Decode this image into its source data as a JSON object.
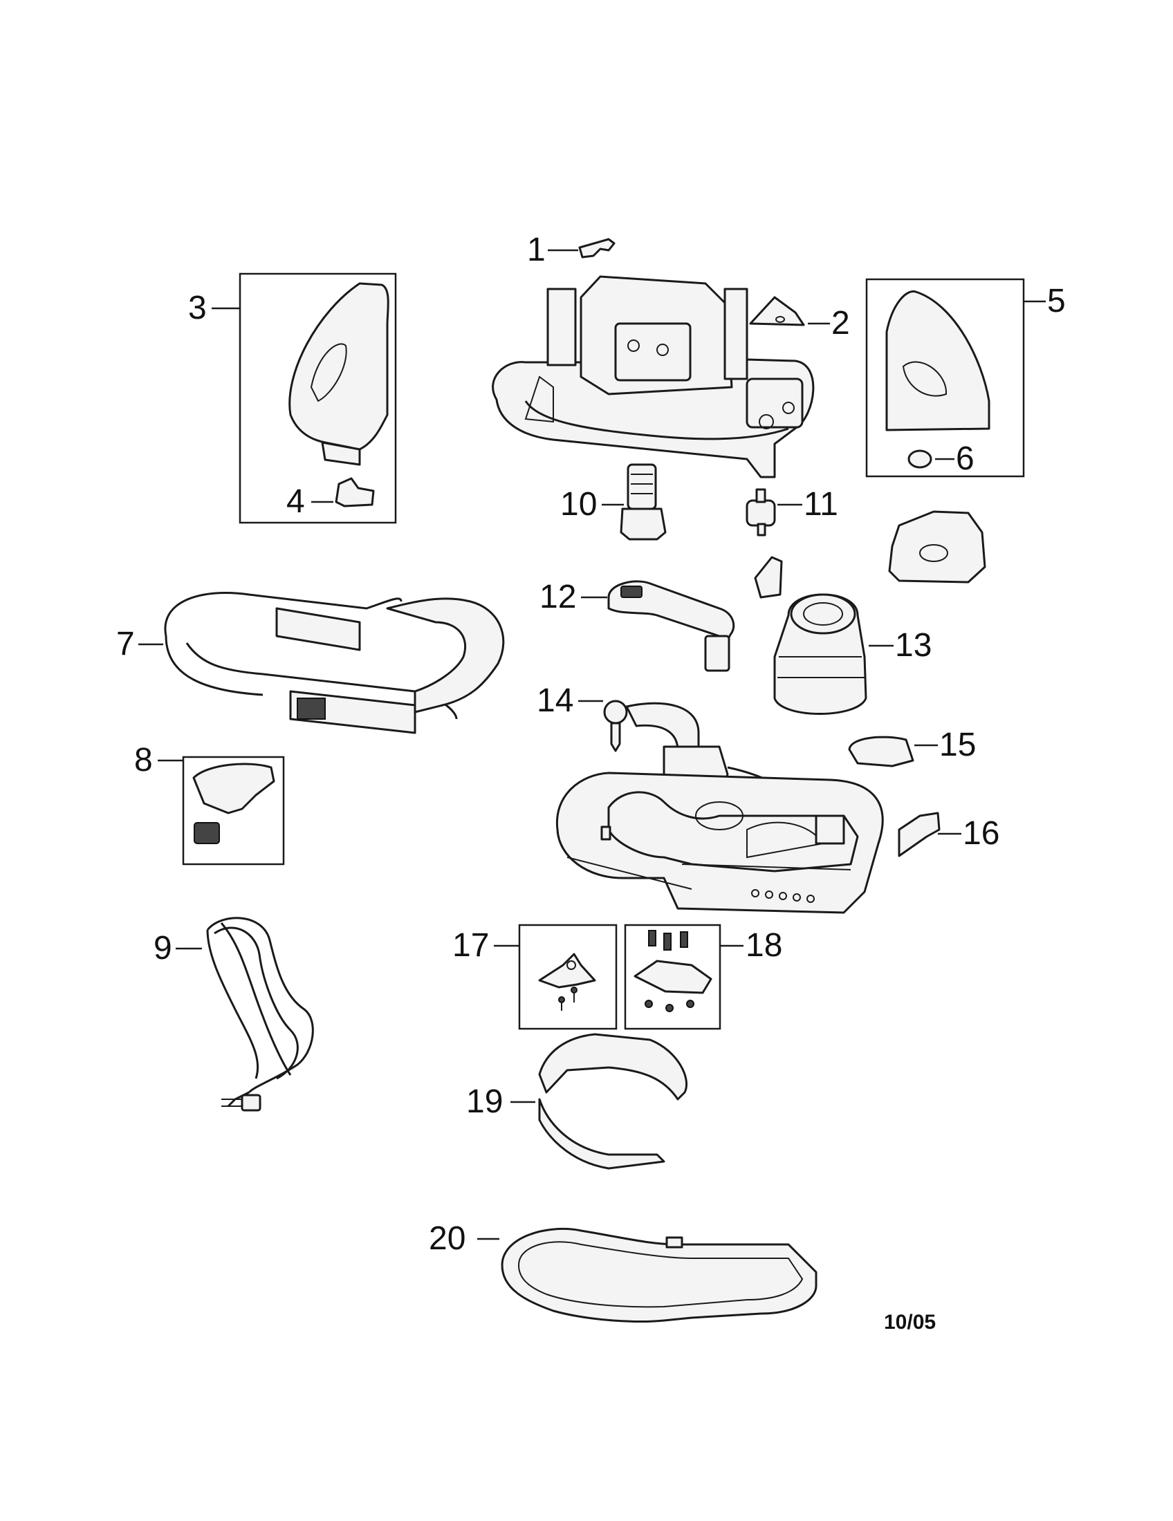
{
  "callouts": {
    "c1": "1",
    "c2": "2",
    "c3": "3",
    "c4": "4",
    "c5": "5",
    "c6": "6",
    "c7": "7",
    "c8": "8",
    "c9": "9",
    "c10": "10",
    "c11": "11",
    "c12": "12",
    "c13": "13",
    "c14": "14",
    "c15": "15",
    "c16": "16",
    "c17": "17",
    "c18": "18",
    "c19": "19",
    "c20": "20"
  },
  "date_code": "10/05"
}
